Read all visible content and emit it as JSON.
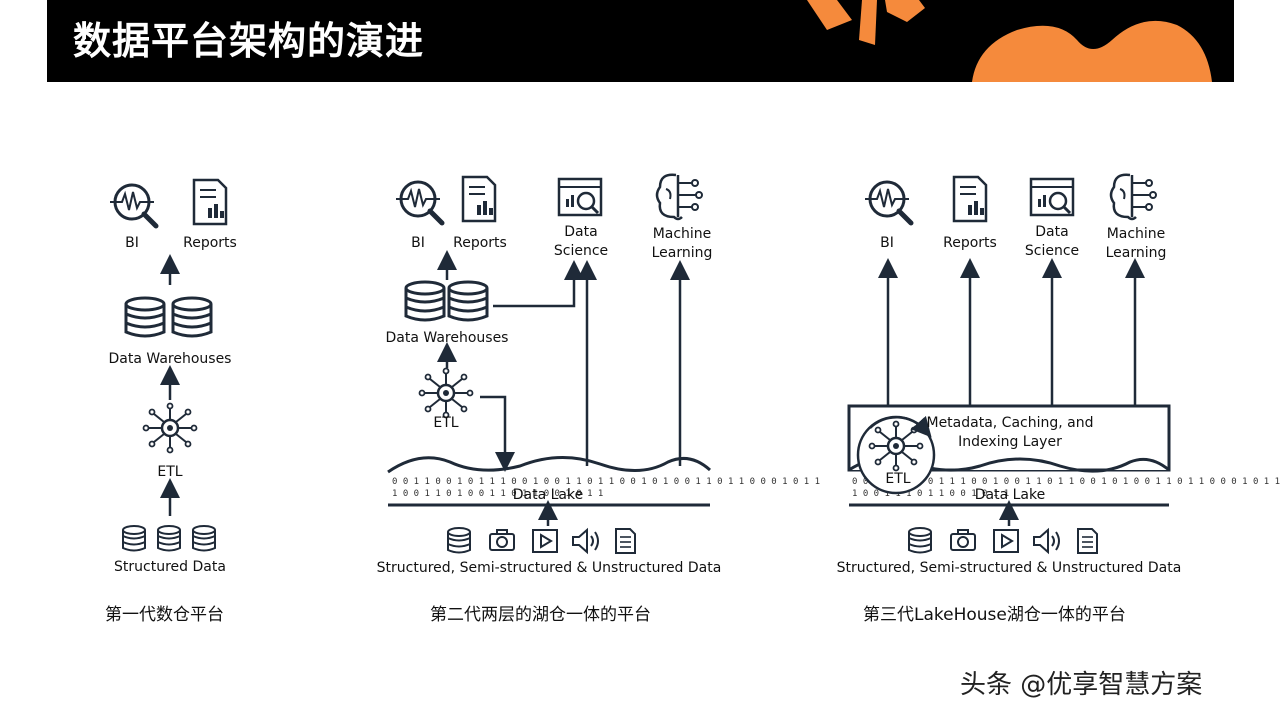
{
  "title": "数据平台架构的演进",
  "columns": [
    {
      "caption": "第一代数仓平台",
      "labels": {
        "bi": "BI",
        "reports": "Reports",
        "warehouses": "Data Warehouses",
        "etl": "ETL",
        "source": "Structured Data"
      }
    },
    {
      "caption": "第二代两层的湖仓一体的平台",
      "labels": {
        "bi": "BI",
        "reports": "Reports",
        "data_science": "Data\nScience",
        "ml": "Machine\nLearning",
        "warehouses": "Data Warehouses",
        "etl": "ETL",
        "lake": "Data Lake",
        "source": "Structured, Semi-structured & Unstructured Data"
      }
    },
    {
      "caption": "第三代LakeHouse湖仓一体的平台",
      "labels": {
        "bi": "BI",
        "reports": "Reports",
        "data_science": "Data\nScience",
        "ml": "Machine\nLearning",
        "layer": "Metadata, Caching, and\nIndexing Layer",
        "etl": "ETL",
        "lake": "Data Lake",
        "source": "Structured, Semi-structured & Unstructured Data"
      }
    }
  ],
  "watermark": "头条 @优享智慧方案",
  "colors": {
    "accent": "#f58a3c",
    "header_bg": "#000000",
    "ink": "#1f2a38"
  }
}
